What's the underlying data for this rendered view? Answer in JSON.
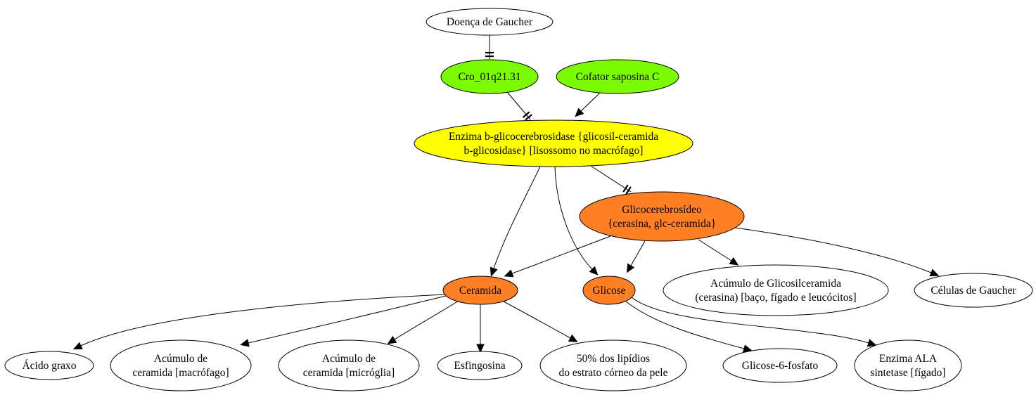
{
  "colors": {
    "green": "#7cfc00",
    "yellow": "#ffff00",
    "orange": "#ff7f24",
    "white": "#ffffff",
    "stroke": "#000000"
  },
  "nodes": {
    "gaucher_disease": {
      "lines": [
        "Doença de Gaucher"
      ],
      "fill": "white"
    },
    "cro_01q21": {
      "lines": [
        "Cro_01q21.31"
      ],
      "fill": "green"
    },
    "saposin_c": {
      "lines": [
        "Cofator saposina C"
      ],
      "fill": "green"
    },
    "enzyme": {
      "lines": [
        "Enzima b-glicocerebrosidase {glicosil-ceramida",
        "b-glicosidase} [lisossomo no macrófago]"
      ],
      "fill": "yellow"
    },
    "glucocerebroside": {
      "lines": [
        "Glicocerebrosídeo",
        "{cerasina, glc-ceramida}"
      ],
      "fill": "orange"
    },
    "ceramide": {
      "lines": [
        "Ceramida"
      ],
      "fill": "orange"
    },
    "glucose": {
      "lines": [
        "Glicose"
      ],
      "fill": "orange"
    },
    "accum_glucosylceramide": {
      "lines": [
        "Acúmulo de Glicosilceramida",
        "(cerasina) [baço, fígado e leucócitos]"
      ],
      "fill": "white"
    },
    "gaucher_cells": {
      "lines": [
        "Células de Gaucher"
      ],
      "fill": "white"
    },
    "fatty_acid": {
      "lines": [
        "Ácido graxo"
      ],
      "fill": "white"
    },
    "accum_ceramide_macrophage": {
      "lines": [
        "Acúmulo de",
        "ceramida [macrófago]"
      ],
      "fill": "white"
    },
    "accum_ceramide_microglia": {
      "lines": [
        "Acúmulo de",
        "ceramida [micróglia]"
      ],
      "fill": "white"
    },
    "sphingosine": {
      "lines": [
        "Esfingosina"
      ],
      "fill": "white"
    },
    "lipids_50": {
      "lines": [
        "50% dos lipídios",
        "do estrato córneo da pele"
      ],
      "fill": "white"
    },
    "glucose_6_phosphate": {
      "lines": [
        "Glicose-6-fosfato"
      ],
      "fill": "white"
    },
    "ala_synthetase": {
      "lines": [
        "Enzima ALA",
        "sintetase [fígado]"
      ],
      "fill": "white"
    }
  },
  "edges": [
    {
      "from": "gaucher_disease",
      "to": "cro_01q21",
      "type": "inhibit"
    },
    {
      "from": "cro_01q21",
      "to": "enzyme",
      "type": "inhibit"
    },
    {
      "from": "saposin_c",
      "to": "enzyme",
      "type": "arrow"
    },
    {
      "from": "enzyme",
      "to": "glucocerebroside",
      "type": "inhibit"
    },
    {
      "from": "enzyme",
      "to": "ceramide",
      "type": "arrow"
    },
    {
      "from": "enzyme",
      "to": "glucose",
      "type": "arrow"
    },
    {
      "from": "glucocerebroside",
      "to": "ceramide",
      "type": "arrow"
    },
    {
      "from": "glucocerebroside",
      "to": "glucose",
      "type": "arrow"
    },
    {
      "from": "glucocerebroside",
      "to": "accum_glucosylceramide",
      "type": "arrow"
    },
    {
      "from": "glucocerebroside",
      "to": "gaucher_cells",
      "type": "arrow"
    },
    {
      "from": "ceramide",
      "to": "fatty_acid",
      "type": "arrow"
    },
    {
      "from": "ceramide",
      "to": "accum_ceramide_macrophage",
      "type": "arrow"
    },
    {
      "from": "ceramide",
      "to": "accum_ceramide_microglia",
      "type": "arrow"
    },
    {
      "from": "ceramide",
      "to": "sphingosine",
      "type": "arrow"
    },
    {
      "from": "ceramide",
      "to": "lipids_50",
      "type": "arrow"
    },
    {
      "from": "glucose",
      "to": "glucose_6_phosphate",
      "type": "arrow"
    },
    {
      "from": "glucose",
      "to": "ala_synthetase",
      "type": "arrow"
    }
  ]
}
